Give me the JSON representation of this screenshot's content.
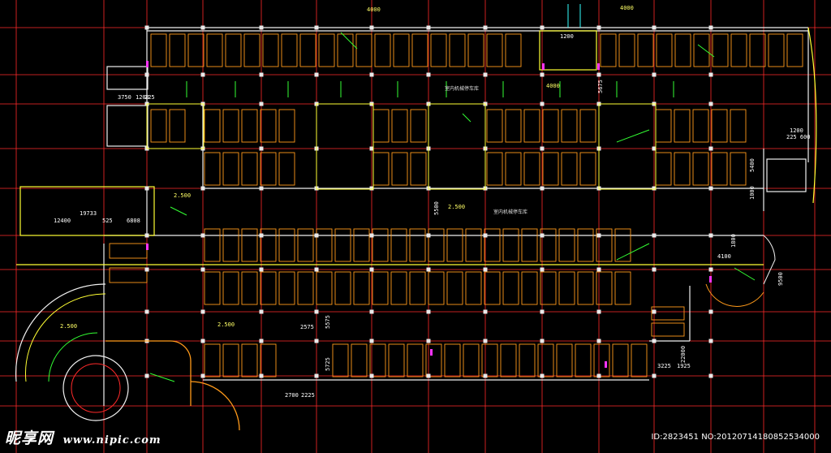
{
  "room_labels": {
    "top_hall": "室内机械停车库",
    "mid_hall": "室内机械停车库"
  },
  "dimensions": {
    "d4000_top": "4000",
    "d4000_b": "4000",
    "d4000_c": "4000",
    "d1200": "1200",
    "d3750": "3750",
    "d1200b": "1200",
    "d225": "225",
    "d19733": "19733",
    "d12400": "12400",
    "d525": "525",
    "d6808": "6808",
    "d2500_a": "2.500",
    "d2500_b": "2.500",
    "d2500_c": "2.500",
    "d2500_d": "2.500",
    "d5675": "5675",
    "d5500": "5500",
    "d5400": "5400",
    "d1000": "1000",
    "d4100": "4100",
    "d2575": "2575",
    "d5575": "5575",
    "d5725": "5725",
    "d2700": "2700",
    "d2225": "2225",
    "d3225": "3225",
    "d1925": "1925",
    "d22000": "22000",
    "d1200_r": "1200",
    "d225600": "225 600",
    "d1800": "1800",
    "d9500": "9500"
  },
  "watermark": {
    "logo": "昵享网",
    "url": "www.nipic.com",
    "id": "ID:2823451 NO:20120714180852534000"
  },
  "colors": {
    "background": "#000000",
    "grid": "#ff3030",
    "wall": "#ffffff",
    "parking": "#ff9a1a",
    "accent": "#ffff33",
    "leader": "#33ff33",
    "cyan": "#33ffff",
    "magenta": "#ff33ff"
  }
}
